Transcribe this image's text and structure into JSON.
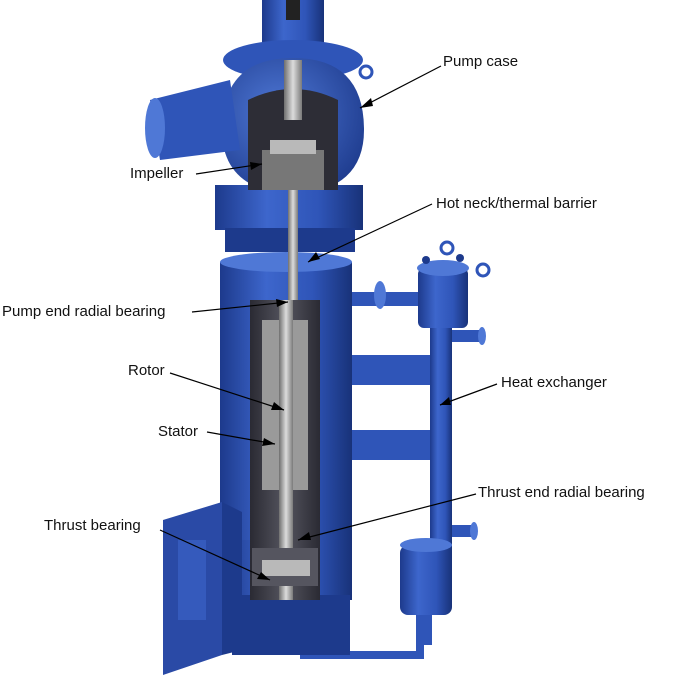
{
  "diagram": {
    "labels": {
      "pump_case": "Pump case",
      "impeller": "Impeller",
      "hot_neck": "Hot neck/thermal barrier",
      "pump_end_radial_bearing": "Pump end radial bearing",
      "rotor": "Rotor",
      "heat_exchanger": "Heat exchanger",
      "stator": "Stator",
      "thrust_end_radial_bearing": "Thrust end radial bearing",
      "thrust_bearing": "Thrust bearing"
    },
    "colors": {
      "casing_blue": "#2f55b8",
      "casing_dark": "#1d3a8c",
      "casing_light": "#4f78d6",
      "steel": "#b9b9b9",
      "steel_dark": "#6f6f6f",
      "interior": "#3b3b44",
      "leader_line": "#000000"
    }
  }
}
